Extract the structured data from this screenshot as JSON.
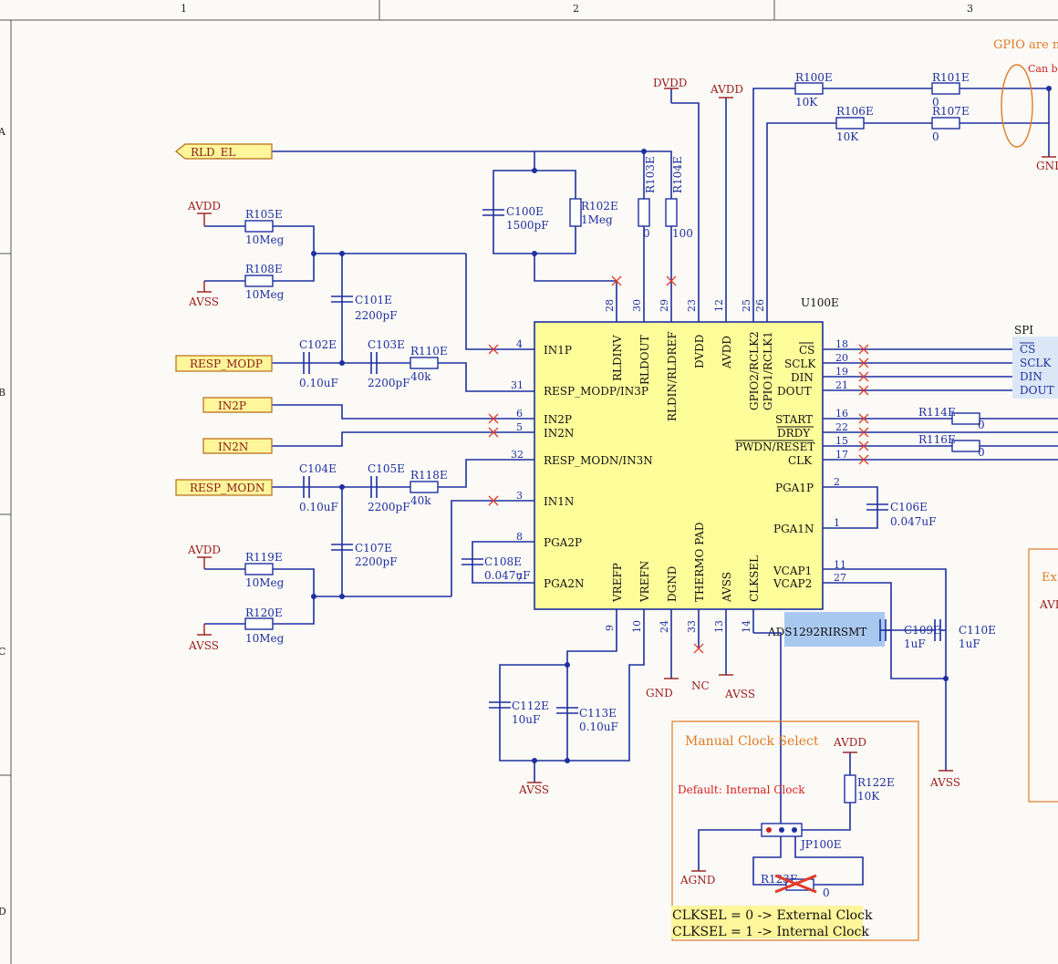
{
  "frame": {
    "cols": [
      "1",
      "2",
      "3"
    ],
    "rows": [
      "A",
      "B",
      "C",
      "D"
    ]
  },
  "chip": {
    "ref": "U100E",
    "part": "ADS1292RIRSMT",
    "left_pins": [
      "IN1P",
      "RESP_MODP/IN3P",
      "IN2P",
      "IN2N",
      "RESP_MODN/IN3N",
      "IN1N",
      "PGA2P",
      "PGA2N"
    ],
    "left_nums": [
      "4",
      "31",
      "6",
      "5",
      "32",
      "3",
      "8",
      "7"
    ],
    "top_pins": [
      "RLDINV",
      "RLDOUT",
      "RLDIN/RLDREF",
      "DVDD",
      "AVDD",
      "GPIO2/RCLK2",
      "GPIO1/RCLK1"
    ],
    "top_nums": [
      "28",
      "30",
      "29",
      "23",
      "12",
      "25",
      "26"
    ],
    "right_pins": [
      "CS",
      "SCLK",
      "DIN",
      "DOUT",
      "START",
      "DRDY",
      "PWDN/RESET",
      "CLK",
      "PGA1P",
      "PGA1N",
      "VCAP1",
      "VCAP2"
    ],
    "right_nums": [
      "18",
      "20",
      "19",
      "21",
      "16",
      "22",
      "15",
      "17",
      "2",
      "1",
      "11",
      "27"
    ],
    "bottom_pins": [
      "VREFP",
      "VREFN",
      "DGND",
      "THERMO PAD",
      "AVSS",
      "CLKSEL"
    ],
    "bottom_nums": [
      "9",
      "10",
      "24",
      "33",
      "13",
      "14"
    ]
  },
  "ports": {
    "rld": "RLD_EL",
    "modp": "RESP_MODP",
    "in2p": "IN2P",
    "in2n": "IN2N",
    "modn": "RESP_MODN"
  },
  "power": {
    "avdd": "AVDD",
    "avss": "AVSS",
    "dvdd": "DVDD",
    "gnd": "GND",
    "agnd": "AGND",
    "nc": "NC"
  },
  "components": {
    "r105": {
      "ref": "R105E",
      "val": "10Meg"
    },
    "r108": {
      "ref": "R108E",
      "val": "10Meg"
    },
    "c101": {
      "ref": "C101E",
      "val": "2200pF"
    },
    "c102": {
      "ref": "C102E",
      "val": "0.10uF"
    },
    "c103": {
      "ref": "C103E",
      "val": "2200pF"
    },
    "r110": {
      "ref": "R110E",
      "val": "40k"
    },
    "c104": {
      "ref": "C104E",
      "val": "0.10uF"
    },
    "c105": {
      "ref": "C105E",
      "val": "2200pF"
    },
    "r118": {
      "ref": "R118E",
      "val": "40k"
    },
    "c107": {
      "ref": "C107E",
      "val": "2200pF"
    },
    "r119": {
      "ref": "R119E",
      "val": "10Meg"
    },
    "r120": {
      "ref": "R120E",
      "val": "10Meg"
    },
    "c108": {
      "ref": "C108E",
      "val": "0.047uF"
    },
    "c100": {
      "ref": "C100E",
      "val": "1500pF"
    },
    "r102": {
      "ref": "R102E",
      "val": "1Meg"
    },
    "r103": {
      "ref": "R103E",
      "val": "0"
    },
    "r104": {
      "ref": "R104E",
      "val": "100"
    },
    "r100": {
      "ref": "R100E",
      "val": "10K"
    },
    "r101": {
      "ref": "R101E",
      "val": "0"
    },
    "r106": {
      "ref": "R106E",
      "val": "10K"
    },
    "r107": {
      "ref": "R107E",
      "val": "0"
    },
    "r114": {
      "ref": "R114E",
      "val": "0"
    },
    "r116": {
      "ref": "R116E",
      "val": "0"
    },
    "c106": {
      "ref": "C106E",
      "val": "0.047uF"
    },
    "c109": {
      "ref": "C109E",
      "val": "1uF"
    },
    "c110": {
      "ref": "C110E",
      "val": "1uF"
    },
    "c112": {
      "ref": "C112E",
      "val": "10uF"
    },
    "c113": {
      "ref": "C113E",
      "val": "0.10uF"
    },
    "r122": {
      "ref": "R122E",
      "val": "10K"
    },
    "r123": {
      "ref": "R123E",
      "val": "0"
    },
    "jp100": {
      "ref": "JP100E"
    }
  },
  "spi": {
    "title": "SPI",
    "signals": [
      "CS",
      "SCLK",
      "DIN",
      "DOUT"
    ]
  },
  "notes": {
    "gpio": "GPIO are n",
    "gpio2": "Can b",
    "ex": "Ex",
    "clock_title": "Manual Clock Select",
    "clock_default": "Default: Internal Clock",
    "clksel0": "CLKSEL = 0 -> External Clock",
    "clksel1": "CLKSEL = 1 -> Internal Clock"
  },
  "colors": {
    "wire": "#1e2fa0",
    "chip": "#fdfd9a",
    "power": "#9a1a1a",
    "noconnect": "#e23b2a",
    "note": "#e07a25"
  }
}
